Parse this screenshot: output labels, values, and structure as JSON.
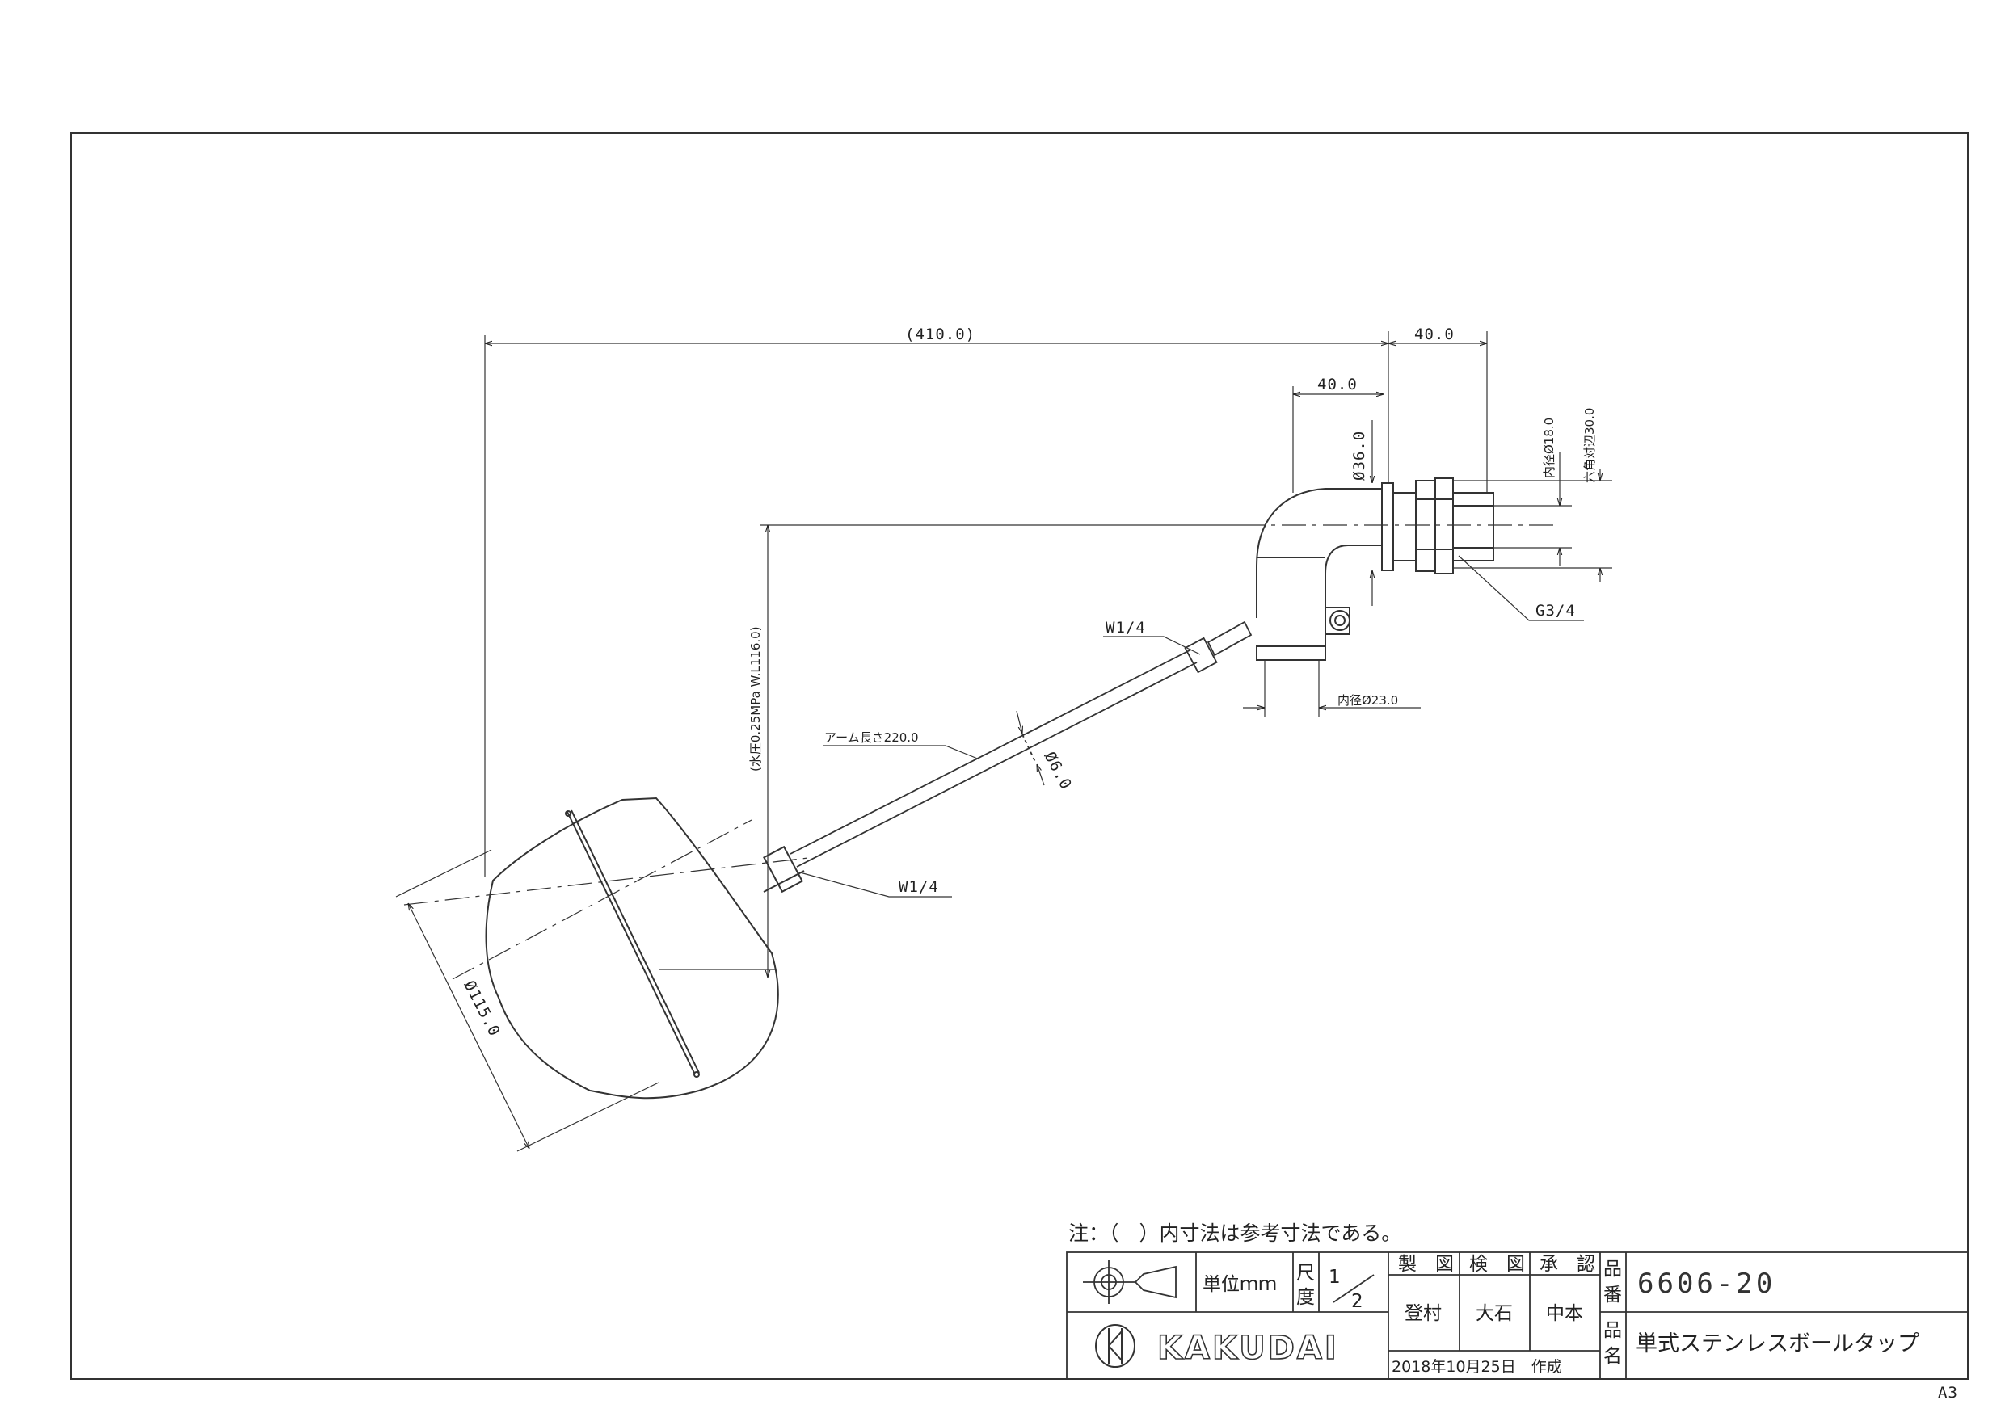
{
  "dimensions": {
    "total_length": "(410.0)",
    "top_right_40": "40.0",
    "elbow_40": "40.0",
    "dia_36": "Ø36.0",
    "inner_dia_18": "内径Ø18.0",
    "hex_30": "六角対辺30.0",
    "thread_g34": "G3/4",
    "w14_upper": "W1/4",
    "inner_dia_23": "内径Ø23.0",
    "arm_length": "アーム長さ220.0",
    "rod_dia": "Ø6.0",
    "water_level": "(水圧0.25MPa W.L116.0)",
    "w14_lower": "W1/4",
    "ball_dia": "Ø115.0"
  },
  "note": "注：（　）内寸法は参考寸法である。",
  "title_block": {
    "unit_label": "単位ｍｍ",
    "scale_label_1": "尺",
    "scale_label_2": "度",
    "scale_num": "1",
    "scale_den": "2",
    "drawn_header": "製　図",
    "checked_header": "検　図",
    "approved_header": "承　認",
    "drawn_by": "登村",
    "checked_by": "大石",
    "approved_by": "中本",
    "part_no_label_1": "品",
    "part_no_label_2": "番",
    "part_no": "6606-20",
    "part_name_label_1": "品",
    "part_name_label_2": "名",
    "part_name": "単式ステンレスボールタップ",
    "date": "2018年10月25日　作成",
    "logo_text": "KAKUDAI"
  },
  "sheet_size": "A3"
}
